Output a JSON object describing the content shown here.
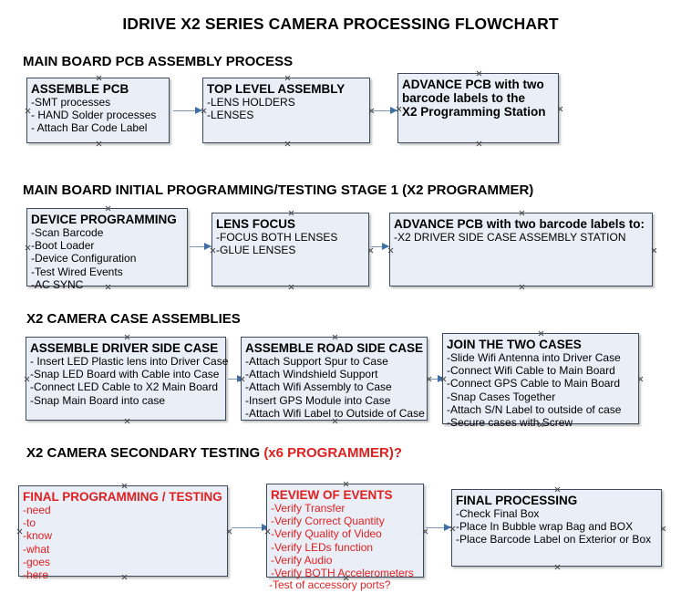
{
  "document": {
    "title": "IDRIVE X2  SERIES CAMERA PROCESSING FLOWCHART",
    "accent_red": "#e02020",
    "box_fill": "#eaeff7",
    "box_border": "#3d4b5c",
    "connector_color": "#7a96b8"
  },
  "sections": [
    {
      "heading": "MAIN BOARD PCB ASSEMBLY PROCESS",
      "heading_red": "",
      "boxes": [
        {
          "title": "ASSEMBLE PCB",
          "lines": [
            "-SMT processes",
            "- HAND Solder processes",
            "- Attach Bar Code Label"
          ]
        },
        {
          "title": "TOP LEVEL ASSEMBLY",
          "lines": [
            "-LENS HOLDERS",
            "-LENSES"
          ]
        },
        {
          "title": "ADVANCE PCB with two",
          "lines": [
            "barcode labels to the",
            " X2 Programming Station"
          ]
        }
      ]
    },
    {
      "heading": "MAIN BOARD INITIAL PROGRAMMING/TESTING STAGE 1 (X2 PROGRAMMER)",
      "heading_red": "",
      "boxes": [
        {
          "title": "DEVICE PROGRAMMING",
          "lines": [
            "-Scan Barcode",
            "-Boot Loader",
            "-Device Configuration",
            "-Test Wired Events",
            "-AC SYNC"
          ]
        },
        {
          "title": "LENS FOCUS",
          "lines": [
            "-FOCUS BOTH LENSES",
            "-GLUE LENSES"
          ]
        },
        {
          "title": "ADVANCE PCB with two barcode labels to:",
          "lines": [
            "-X2 DRIVER  SIDE  CASE  ASSEMBLY STATION"
          ]
        }
      ]
    },
    {
      "heading": "X2 CAMERA CASE ASSEMBLIES",
      "heading_red": "",
      "boxes": [
        {
          "title": "ASSEMBLE DRIVER SIDE CASE",
          "lines": [
            "- Insert LED Plastic lens into Driver Case",
            "-Snap LED Board with Cable into Case",
            "-Connect LED Cable to X2 Main Board",
            "-Snap Main Board into case"
          ]
        },
        {
          "title": "ASSEMBLE ROAD SIDE CASE",
          "lines": [
            "-Attach Support Spur to Case",
            "-Attach Windshield Support",
            "-Attach Wifi Assembly to Case",
            "-Insert GPS Module into Case",
            "-Attach Wifi Label to Outside of Case"
          ]
        },
        {
          "title": "JOIN THE TWO CASES",
          "lines": [
            "-Slide Wifi Antenna into Driver Case",
            "-Connect Wifi Cable to Main Board",
            "-Connect GPS Cable to Main Board",
            "-Snap Cases Together",
            "-Attach S/N Label to outside of case",
            "-Secure cases with Screw"
          ]
        }
      ]
    },
    {
      "heading": "X2 CAMERA SECONDARY TESTING ",
      "heading_red": "(x6 PROGRAMMER)?",
      "boxes": [
        {
          "title": "FINAL PROGRAMMING / TESTING",
          "lines": [
            "-need",
            "-to",
            "-know",
            "-what",
            "-goes",
            "-here"
          ]
        },
        {
          "title": "REVIEW OF EVENTS",
          "lines": [
            "-Verify Transfer",
            "-Verify Correct Quantity",
            "-Verify Quality of Video",
            "-Verify LEDs function",
            "-Verify Audio",
            "-Verify BOTH Accelerometers"
          ],
          "overflow_line": "-Test of accessory ports?"
        },
        {
          "title": "FINAL PROCESSING",
          "lines": [
            " -Check Final Box",
            "-Place In Bubble wrap Bag and BOX",
            "-Place Barcode Label on Exterior or Box"
          ]
        }
      ]
    }
  ]
}
